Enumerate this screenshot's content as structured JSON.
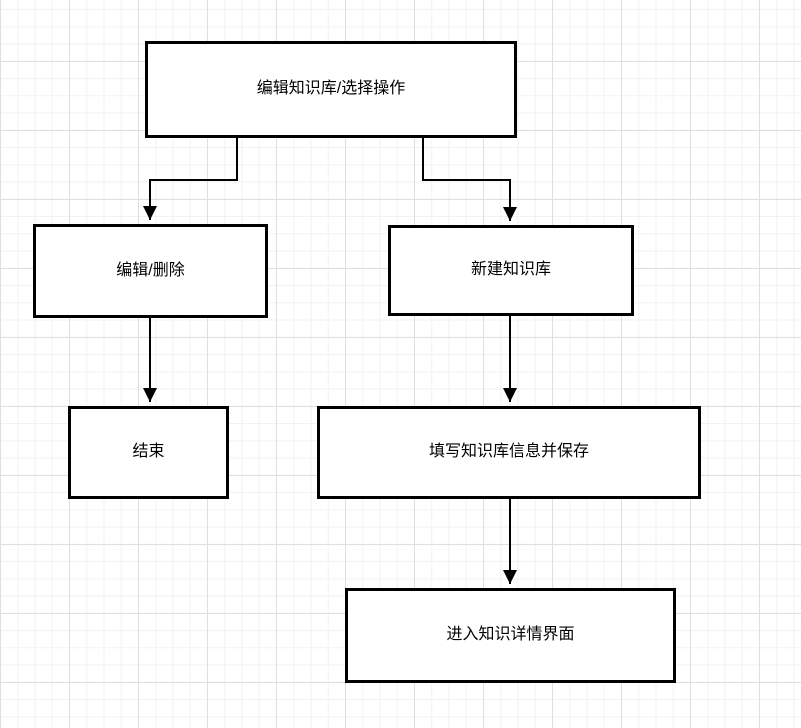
{
  "diagram": {
    "canvas": {
      "background_color": "#ffffff",
      "grid_minor_color": "#f2f2f2",
      "grid_major_color": "#dfdfdf"
    },
    "style": {
      "node_fill": "#ffffff",
      "node_border_color": "#000000",
      "edge_color": "#000000",
      "text_color": "#000000"
    },
    "nodes": [
      {
        "id": "select-action",
        "label": "编辑知识库/选择操作"
      },
      {
        "id": "edit-delete",
        "label": "编辑/删除"
      },
      {
        "id": "create-kb",
        "label": "新建知识库"
      },
      {
        "id": "end",
        "label": "结束"
      },
      {
        "id": "fill-save",
        "label": "填写知识库信息并保存"
      },
      {
        "id": "kb-detail",
        "label": "进入知识详情界面"
      }
    ],
    "edges": [
      {
        "from": "select-action",
        "to": "edit-delete"
      },
      {
        "from": "select-action",
        "to": "create-kb"
      },
      {
        "from": "edit-delete",
        "to": "end"
      },
      {
        "from": "create-kb",
        "to": "fill-save"
      },
      {
        "from": "fill-save",
        "to": "kb-detail"
      }
    ]
  }
}
